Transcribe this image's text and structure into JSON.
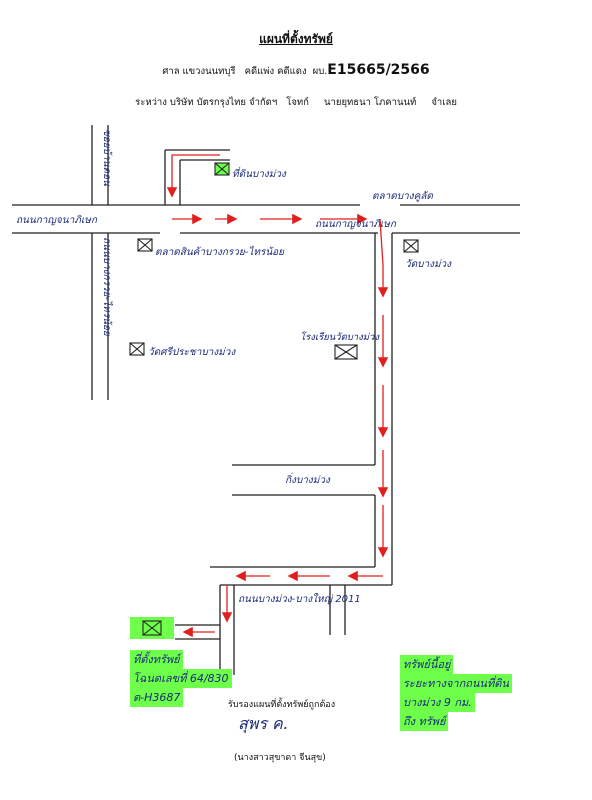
{
  "header": {
    "title": "แผนที่ตั้งทรัพย์",
    "court_label": "ศาล",
    "court_name": "แขวงนนทบุรี",
    "case_label": "คดีแพ่ง คดีแดง",
    "case_prefix": "ผบ.",
    "case_number": "E15665/2566",
    "between_label": "ระหว่าง",
    "plaintiff": "บริษัท บัตรกรุงไทย จำกัดฯ",
    "plaintiff_role": "โจทก์",
    "defendant": "นายยุทธนา โภคานนท์",
    "defendant_role": "จำเลย"
  },
  "map_labels": {
    "left_road_top": "ซอยบ้านดอน",
    "left_road_bottom": "ถนนบางกรวย-ไทรน้อย",
    "top_road": "ถนนกาญจนาภิเษก",
    "school": "ที่ดินบางม่วง",
    "road_right": "ถนนกาญจนาภิเษก",
    "junction": "ตลาดบางคูลัด",
    "market_left": "ตลาดสินค้าบางกรวย-ไทรน้อย",
    "temple_right": "วัดบางม่วง",
    "temple_left": "วัดศรีประชาบางม่วง",
    "building_mid": "โรงเรียนวัดบางม่วง",
    "soi_mid": "กิ่งบางม่วง",
    "road_bottom": "ถนนบางม่วง-บางใหญ่ 2011",
    "property_label": "ที่ตั้งทรัพย์",
    "deed_number": "โฉนดเลขที่ 64/830",
    "plot_number": "ต-H3687"
  },
  "distance_note": {
    "line1": "ทรัพย์นี้อยู่",
    "line2": "ระยะทางจากถนนที่ดิน",
    "line3": "บางม่วง 9 กม.",
    "line4": "ถึง ทรัพย์"
  },
  "footer": {
    "certify": "รับรองแผนที่ตั้งทรัพย์ถูกต้อง",
    "signature": "สุพร ค.",
    "signer": "(นางสาวสุขาดา   จีนสุข)"
  },
  "colors": {
    "ink": "#1c2a7a",
    "route": "#e0201f",
    "highlight": "#6dff4a"
  }
}
